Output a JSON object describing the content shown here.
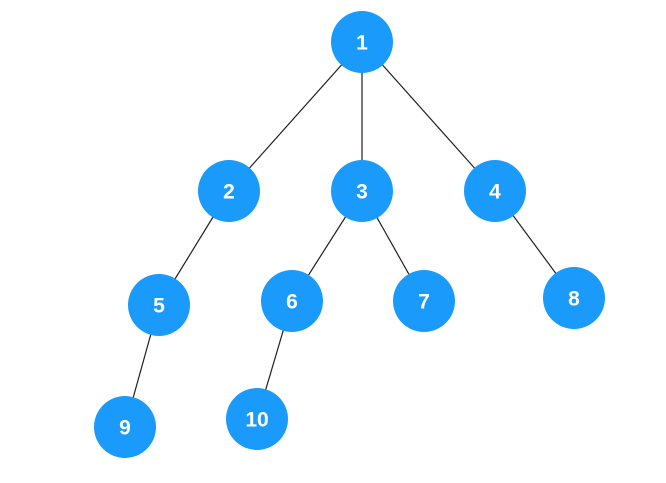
{
  "colors": {
    "node_fill": "#1a9bfb",
    "edge": "#1f1f1f",
    "label": "#ffffff",
    "background": "#ffffff"
  },
  "nodes": [
    {
      "id": "1",
      "label": "1"
    },
    {
      "id": "2",
      "label": "2"
    },
    {
      "id": "3",
      "label": "3"
    },
    {
      "id": "4",
      "label": "4"
    },
    {
      "id": "5",
      "label": "5"
    },
    {
      "id": "6",
      "label": "6"
    },
    {
      "id": "7",
      "label": "7"
    },
    {
      "id": "8",
      "label": "8"
    },
    {
      "id": "9",
      "label": "9"
    },
    {
      "id": "10",
      "label": "10"
    }
  ],
  "edges": [
    {
      "from": "1",
      "to": "2"
    },
    {
      "from": "1",
      "to": "3"
    },
    {
      "from": "1",
      "to": "4"
    },
    {
      "from": "2",
      "to": "5"
    },
    {
      "from": "3",
      "to": "6"
    },
    {
      "from": "3",
      "to": "7"
    },
    {
      "from": "4",
      "to": "8"
    },
    {
      "from": "5",
      "to": "9"
    },
    {
      "from": "6",
      "to": "10"
    }
  ]
}
